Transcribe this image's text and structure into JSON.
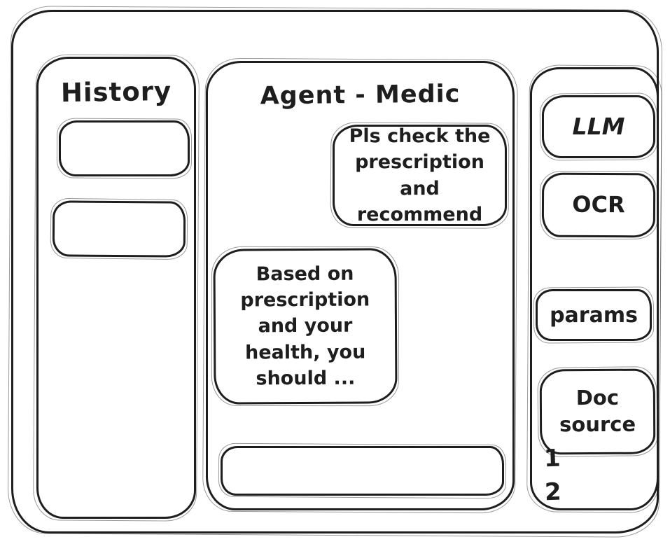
{
  "history_panel": {
    "title": "History"
  },
  "chat": {
    "title": "Agent - Medic",
    "messages": [
      {
        "role": "user",
        "text": "Pls check the prescription and recommend"
      },
      {
        "role": "assistant",
        "text": "Based on prescription and your health, you should ..."
      }
    ],
    "input_value": ""
  },
  "tools_panel": {
    "buttons": [
      {
        "id": "llm",
        "label": "LLM"
      },
      {
        "id": "ocr",
        "label": "OCR"
      },
      {
        "id": "params",
        "label": "params"
      },
      {
        "id": "doc_source",
        "label": "Doc source"
      }
    ],
    "doc_source_items": [
      "1",
      "2"
    ]
  },
  "colors": {
    "ink": "#1e1e1e",
    "background": "#ffffff"
  }
}
